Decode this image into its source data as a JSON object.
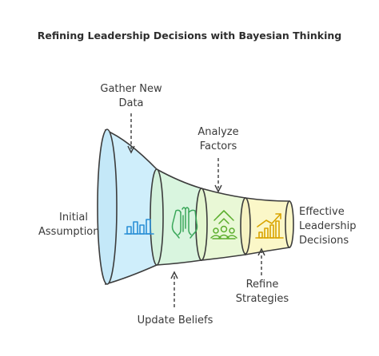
{
  "title": "Refining Leadership Decisions with Bayesian Thinking",
  "stages": [
    {
      "label": "Initial\nAssumption",
      "icon": "bar-chart-icon",
      "color": "#cfeefb"
    },
    {
      "label": "Gather New\nData",
      "icon": "praying-hands-icon",
      "color": "#d9f5df"
    },
    {
      "label": "Analyze\nFactors",
      "icon": "team-growth-icon",
      "color": "#e9f8d6"
    },
    {
      "label": "Refine\nStrategies",
      "icon": "trending-chart-icon",
      "color": "#fbf7c8"
    },
    {
      "label": "Update Beliefs"
    },
    {
      "label": "Effective\nLeadership\nDecisions"
    }
  ],
  "labels": {
    "initial_assumption": "Initial\nAssumption",
    "gather_new_data": "Gather New\nData",
    "analyze_factors": "Analyze\nFactors",
    "update_beliefs": "Update Beliefs",
    "refine_strategies": "Refine\nStrategies",
    "effective_decisions": "Effective\nLeadership\nDecisions"
  },
  "colors": {
    "outline": "#3c3c3c",
    "icon_blue": "#2a8fd6",
    "icon_green": "#3aa75a",
    "icon_lime": "#5cae2e",
    "icon_gold": "#d9a400"
  }
}
